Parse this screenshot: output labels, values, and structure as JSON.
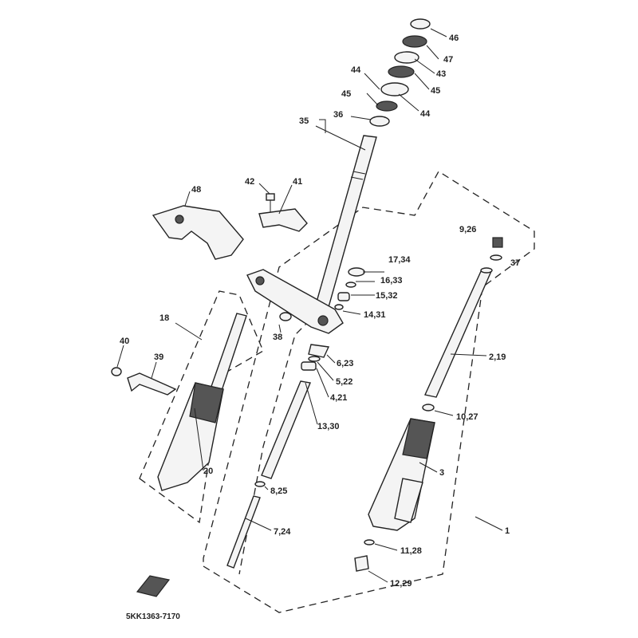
{
  "diagram": {
    "labels": {
      "p46": "46",
      "p47": "47",
      "p43": "43",
      "p45a": "45",
      "p44a": "44",
      "p44b": "44",
      "p45b": "45",
      "p36": "36",
      "p35": "35",
      "p42": "42",
      "p41": "41",
      "p48": "48",
      "p9_26": "9,26",
      "p37": "37",
      "p17_34": "17,34",
      "p16_33": "16,33",
      "p15_32": "15,32",
      "p14_31": "14,31",
      "p38": "38",
      "p18": "18",
      "p40": "40",
      "p39": "39",
      "p6_23": "6,23",
      "p5_22": "5,22",
      "p4_21": "4,21",
      "p2_19": "2,19",
      "p13_30": "13,30",
      "p10_27": "10,27",
      "p20": "20",
      "p3": "3",
      "p8_25": "8,25",
      "p7_24": "7,24",
      "p1": "1",
      "p11_28": "11,28",
      "p12_29": "12,29"
    },
    "drawing_code": "5KK1363-7170"
  },
  "colors": {
    "ink": "#222222",
    "paper": "#ffffff"
  }
}
